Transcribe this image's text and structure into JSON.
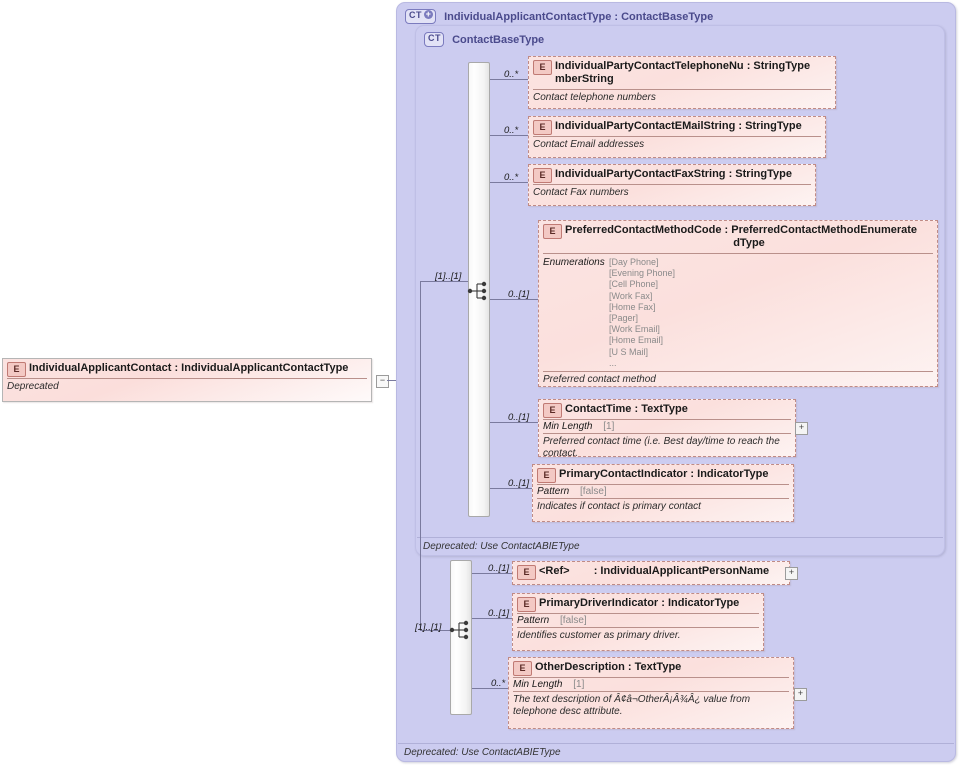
{
  "colors": {
    "container_fill": "#ccccf0",
    "element_fill": "#fbe2e0",
    "element_border": "#c08b86",
    "tag_text": "#4a4a8c",
    "connector": "#7a7a9e"
  },
  "root_element": {
    "tag": "E",
    "title": "IndividualApplicantContact : IndividualApplicantContactType",
    "documentation": "Deprecated",
    "collapse_control": "−"
  },
  "outer_container": {
    "tag": "CT",
    "tag_plus": "+",
    "title": "IndividualApplicantContactType : ContactBaseType",
    "footer": "Deprecated: Use ContactABIEType"
  },
  "inner_container": {
    "tag": "CT",
    "title": "ContactBaseType",
    "footer": "Deprecated: Use ContactABIEType"
  },
  "sequences": [
    {
      "name": "base-sequence",
      "cardinality": "[1]..[1]"
    },
    {
      "name": "extension-sequence",
      "cardinality": "[1]..[1]"
    }
  ],
  "base_elements": [
    {
      "tag": "E",
      "cardinality": "0..*",
      "title": "IndividualPartyContactTelephoneNu : StringType mberString",
      "title_line1": "IndividualPartyContactTelephoneNu : StringType",
      "title_line2": "mberString",
      "documentation": "Contact telephone numbers",
      "facets": [],
      "expandable": false
    },
    {
      "tag": "E",
      "cardinality": "0..*",
      "title": "IndividualPartyContactEMailString : StringType",
      "documentation": "Contact Email addresses",
      "facets": [],
      "expandable": false
    },
    {
      "tag": "E",
      "cardinality": "0..*",
      "title": "IndividualPartyContactFaxString : StringType",
      "documentation": "Contact Fax numbers",
      "facets": [],
      "expandable": false
    },
    {
      "tag": "E",
      "cardinality": "0..[1]",
      "title_line1": "PreferredContactMethodCode : PreferredContactMethodEnumerate",
      "title_line2": "dType",
      "title": "PreferredContactMethodCode : PreferredContactMethodEnumeratedType",
      "enumerations_label": "Enumerations",
      "enumerations": [
        "[Day Phone]",
        "[Evening Phone]",
        "[Cell Phone]",
        "[Work Fax]",
        "[Home Fax]",
        "[Pager]",
        "[Work Email]",
        "[Home Email]",
        "[U S Mail]",
        "..."
      ],
      "documentation": "Preferred contact method",
      "expandable": false
    },
    {
      "tag": "E",
      "cardinality": "0..[1]",
      "title": "ContactTime : TextType",
      "facets": [
        {
          "name": "Min Length",
          "value": "[1]"
        }
      ],
      "documentation": "Preferred contact time (i.e. Best day/time to reach the contact.",
      "expandable": true,
      "expand_label": "+"
    },
    {
      "tag": "E",
      "cardinality": "0..[1]",
      "title": "PrimaryContactIndicator : IndicatorType",
      "facets": [
        {
          "name": "Pattern",
          "value": "[false]"
        }
      ],
      "documentation": "Indicates if contact is primary contact",
      "expandable": false
    }
  ],
  "extension_elements": [
    {
      "tag": "E",
      "cardinality": "0..[1]",
      "title": "<Ref>        : IndividualApplicantPersonName",
      "ref_label": "<Ref>",
      "ref_type": ": IndividualApplicantPersonName",
      "facets": [],
      "documentation": "",
      "expandable": true,
      "expand_label": "+"
    },
    {
      "tag": "E",
      "cardinality": "0..[1]",
      "title": "PrimaryDriverIndicator : IndicatorType",
      "facets": [
        {
          "name": "Pattern",
          "value": "[false]"
        }
      ],
      "documentation": "Identifies customer as primary driver.",
      "expandable": false
    },
    {
      "tag": "E",
      "cardinality": "0..*",
      "title": "OtherDescription : TextType",
      "facets": [
        {
          "name": "Min Length",
          "value": "[1]"
        }
      ],
      "documentation": "The text description of Â¢â¬OtherÂ¡Â¾Â¿ value from telephone desc attribute.",
      "expandable": true,
      "expand_label": "+"
    }
  ]
}
